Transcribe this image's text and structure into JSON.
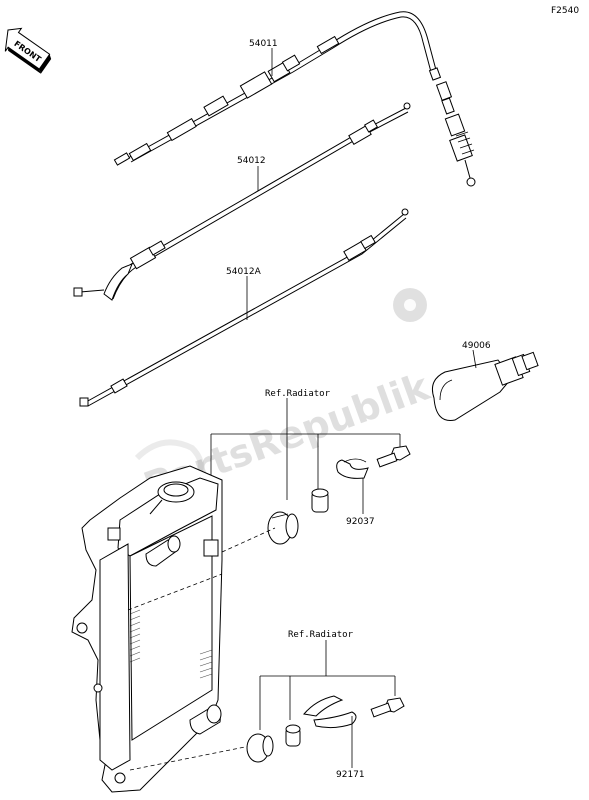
{
  "figure_code": "F2540",
  "front_label": "FRONT",
  "watermark": "PartsRepublik",
  "callouts": {
    "cable_a": "54011",
    "cable_b": "54012",
    "cable_c": "54012A",
    "plug": "49006",
    "clip_upper": "92037",
    "clip_lower": "92171"
  },
  "refs": {
    "upper": "Ref.Radiator",
    "lower": "Ref.Radiator"
  },
  "icons": [
    "front-arrow-icon",
    "gear-icon"
  ]
}
